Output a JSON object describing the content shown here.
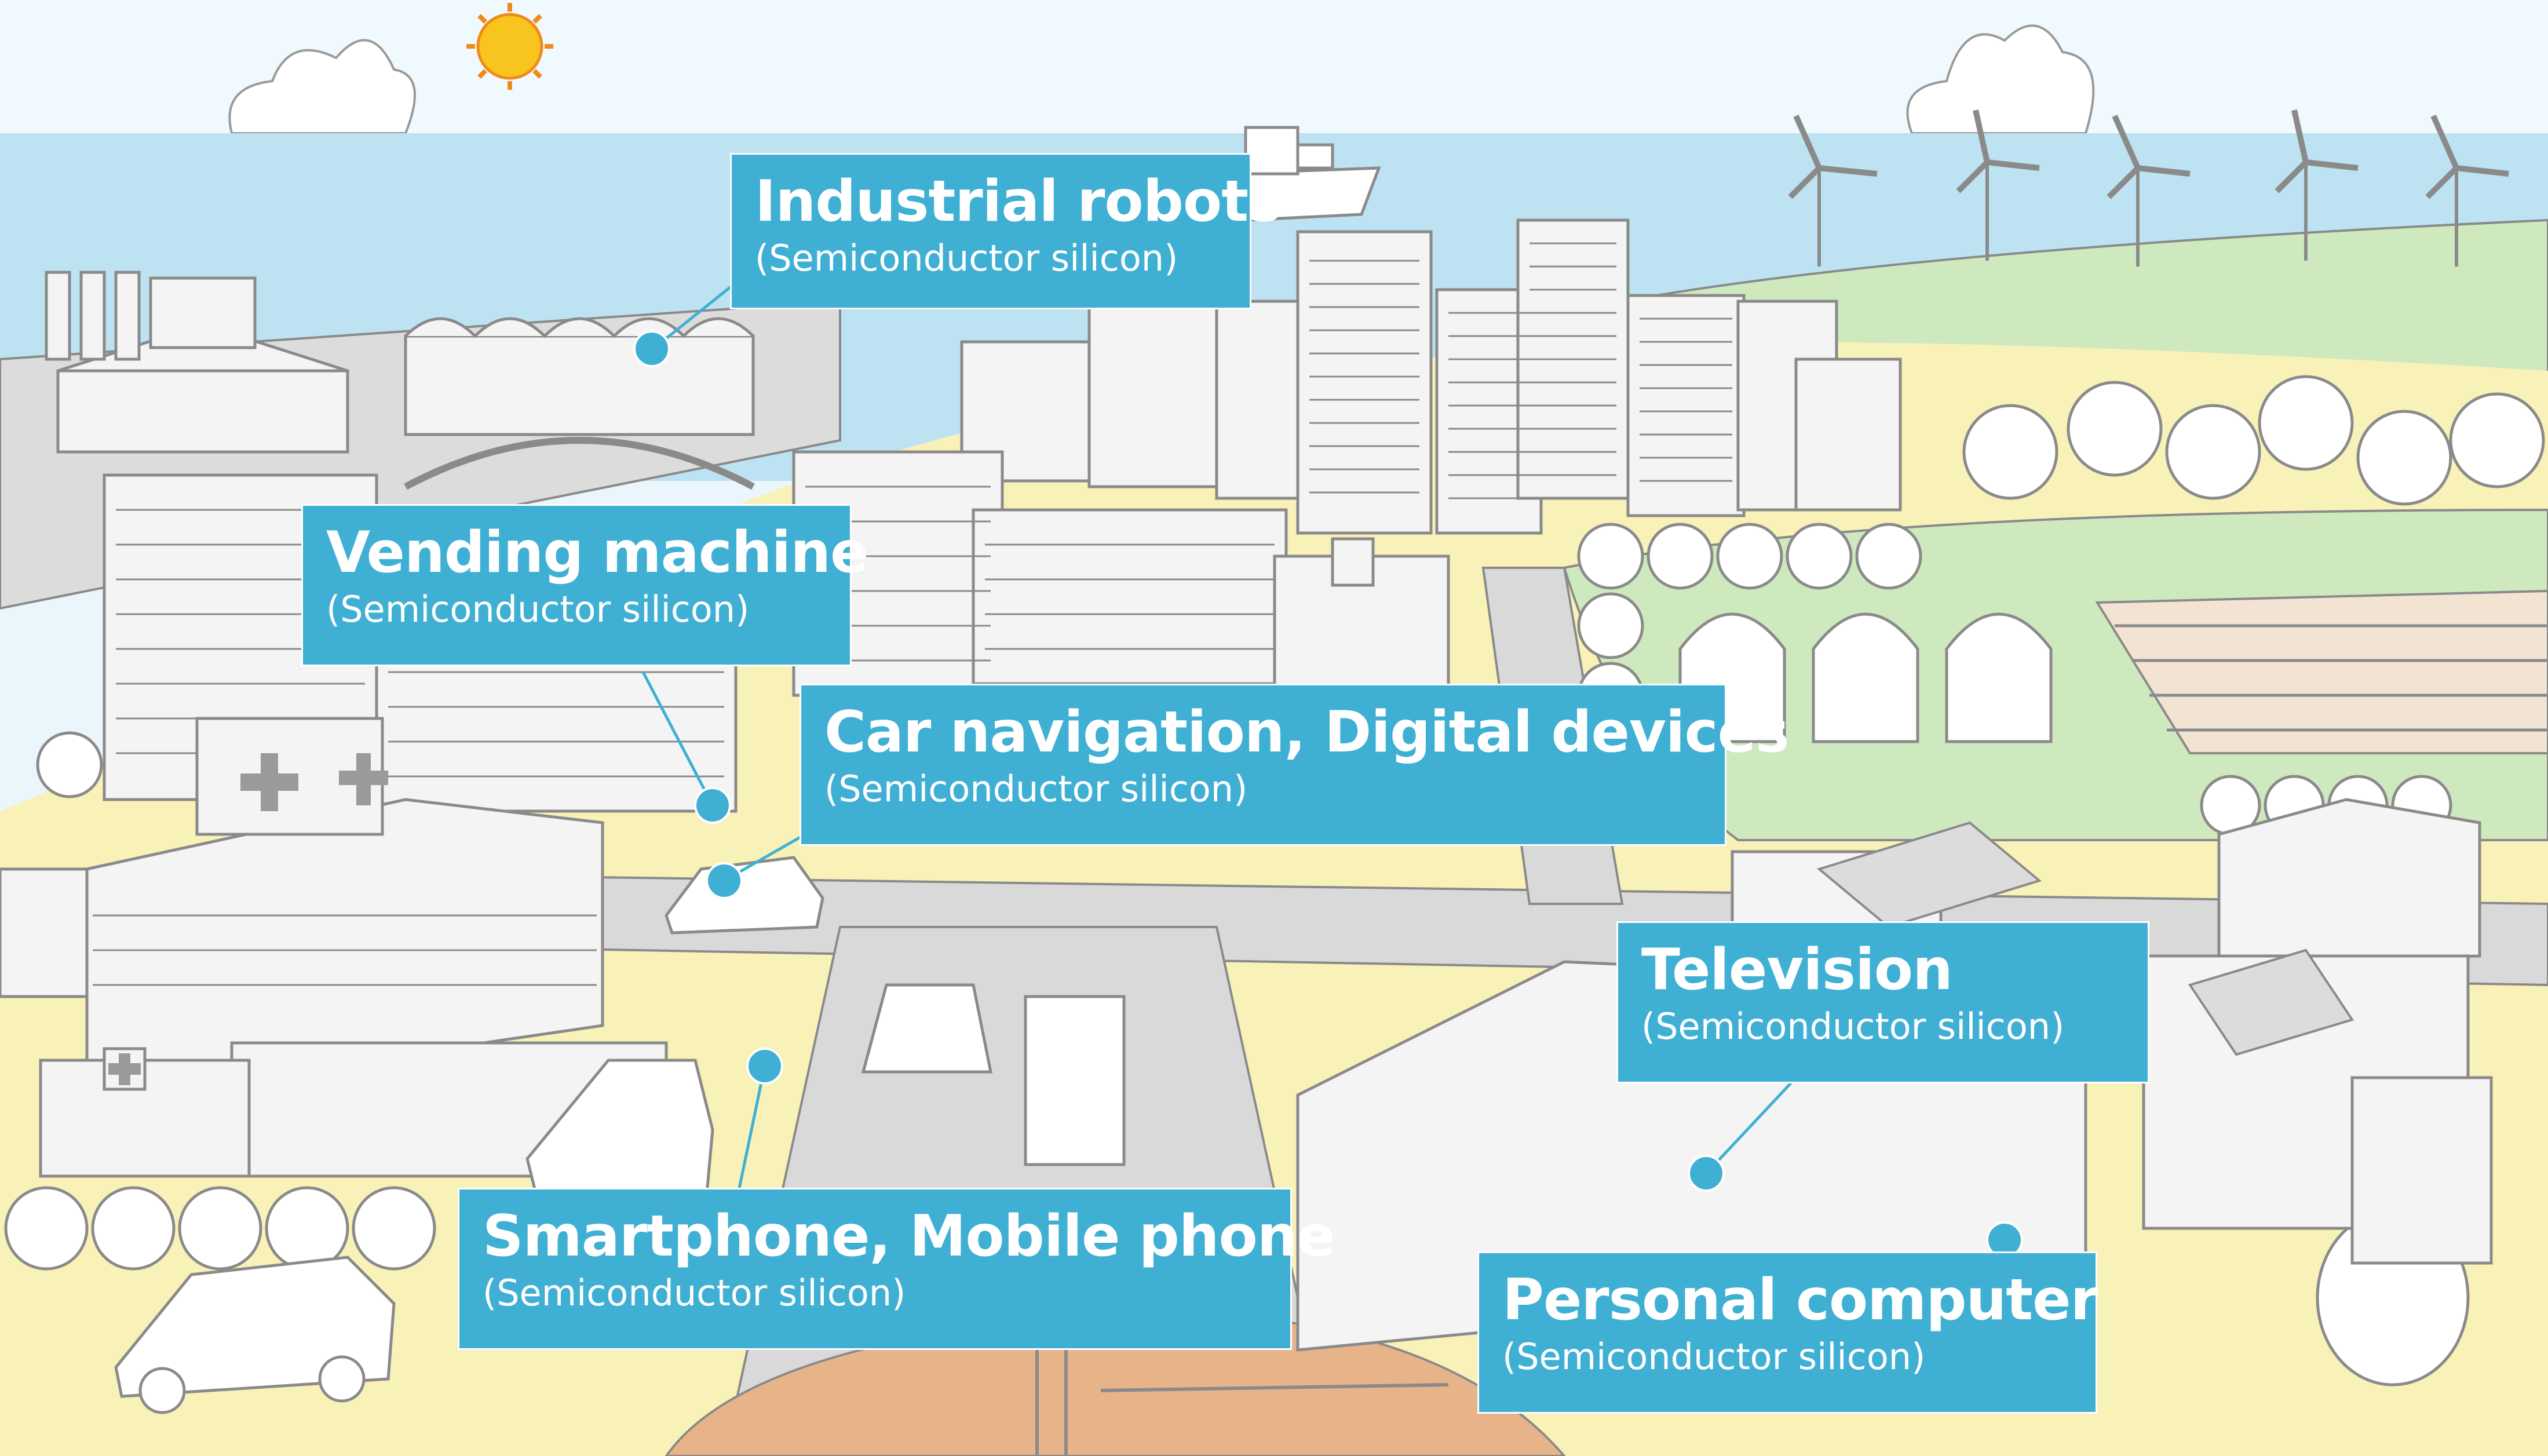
{
  "labels": {
    "industrial_robots": {
      "title": "Industrial robots",
      "subtitle": "(Semiconductor silicon)"
    },
    "vending_machine": {
      "title": "Vending machine",
      "subtitle": "(Semiconductor silicon)"
    },
    "car_navigation": {
      "title": "Car navigation, Digital devices",
      "subtitle": "(Semiconductor silicon)"
    },
    "television": {
      "title": "Television",
      "subtitle": "(Semiconductor silicon)"
    },
    "smartphone": {
      "title": "Smartphone, Mobile phone",
      "subtitle": "(Semiconductor silicon)"
    },
    "personal_computer": {
      "title": "Personal computer",
      "subtitle": "(Semiconductor silicon)"
    }
  },
  "colors": {
    "callout": "#3fb0d4",
    "sea": "#bde3f2",
    "sky": "#ffffff",
    "field": "#f8f1b8",
    "grass": "#cfe9bf",
    "road": "#d9d9d9",
    "soil": "#e7b48a",
    "building": "#f4f4f4",
    "outline": "#8a8a8a",
    "sun": "#f7c51e"
  },
  "icons": [
    "sun-icon",
    "wind-turbine-icon",
    "tree-icon",
    "car-icon",
    "medical-cross-icon",
    "ship-icon",
    "greenhouse-icon"
  ]
}
